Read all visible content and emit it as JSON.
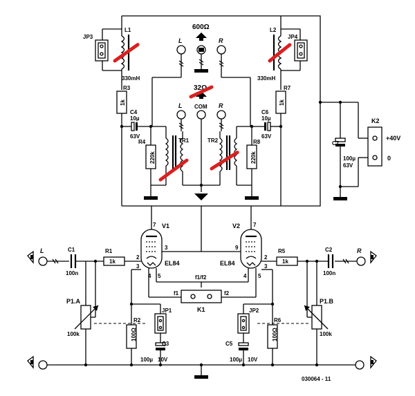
{
  "labels": {
    "jp3": "JP3",
    "jp4": "JP4",
    "jp1": "JP1",
    "jp2": "JP2",
    "l1": "L1",
    "l2": "L2",
    "l1_val": "330mH",
    "l2_val": "330mH",
    "out600": "600Ω",
    "out32": "32Ω",
    "com": "COM",
    "L": "L",
    "R": "R",
    "r3": "R3",
    "r3_val": "1k",
    "r7": "R7",
    "r7_val": "1k",
    "c4": "C4",
    "c4_v1": "10µ",
    "c4_v2": "63V",
    "c6": "C6",
    "c6_v1": "10µ",
    "c6_v2": "63V",
    "r4": "R4",
    "r4_val": "220k",
    "r8": "R8",
    "r8_val": "220k",
    "tr1": "TR1",
    "tr2": "TR2",
    "c7": "C7",
    "c7_v1": "100µ",
    "c7_v2": "63V",
    "k2": "K2",
    "k2_pos": "+40V",
    "k2_zero": "0",
    "v1": "V1",
    "v2": "V2",
    "tube1": "EL84",
    "tube2": "EL84",
    "c1": "C1",
    "c1_val": "100n",
    "c2": "C2",
    "c2_val": "100n",
    "r1": "R1",
    "r1_val": "1k",
    "r5": "R5",
    "r5_val": "1k",
    "p1a": "P1.A",
    "p1a_val": "100k",
    "p1b": "P1.B",
    "p1b_val": "100k",
    "k1": "K1",
    "f1f2": "f1/f2",
    "f1": "f1",
    "f2": "f2",
    "r2": "R2",
    "r2_val": "100Ω",
    "r6": "R6",
    "r6_val": "100Ω",
    "c3": "C3",
    "c3_v1": "100µ",
    "c3_v2": "10V",
    "c5": "C5",
    "c5_v1": "100µ",
    "c5_v2": "10V",
    "pin_v1_7": "7",
    "pin_v1_3": "3",
    "pin_v1_2": "2",
    "pin_v1_9": "3",
    "pin_v1_4": "4",
    "pin_v1_5": "5",
    "pin_v2_7": "7",
    "pin_v2_9": "9",
    "pin_v2_2": "2",
    "pin_v2_3": "3",
    "pin_v2_4": "4",
    "pin_v2_5": "5",
    "code": "030064 - 11"
  },
  "colors": {
    "ink": "#000000",
    "scribble": "#d92020",
    "paper": "#ffffff"
  }
}
